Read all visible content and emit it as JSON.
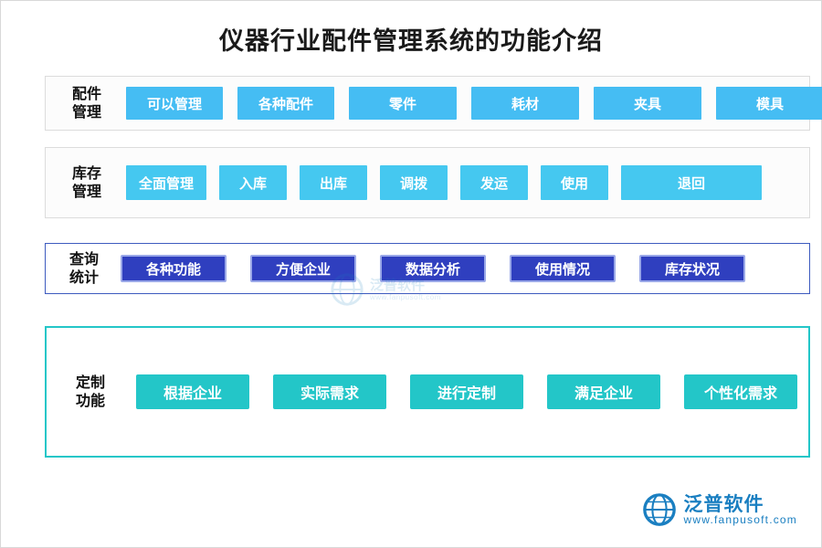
{
  "title": "仪器行业配件管理系统的功能介绍",
  "sections": [
    {
      "key": "parts",
      "label": "配件\n管理",
      "label_lines": [
        "配件",
        "管理"
      ],
      "accent": "#45bdf3",
      "items": [
        "可以管理",
        "各种配件",
        "零件",
        "耗材",
        "夹具",
        "模具"
      ]
    },
    {
      "key": "stock",
      "label_lines": [
        "库存",
        "管理"
      ],
      "accent": "#45c8f0",
      "items": [
        "全面管理",
        "入库",
        "出库",
        "调拨",
        "发运",
        "使用",
        "退回"
      ]
    },
    {
      "key": "query",
      "label_lines": [
        "查询",
        "统计"
      ],
      "accent": "#2f3fbf",
      "items": [
        "各种功能",
        "方便企业",
        "数据分析",
        "使用情况",
        "库存状况"
      ]
    },
    {
      "key": "custom",
      "label_lines": [
        "定制",
        "功能"
      ],
      "accent": "#23c6c8",
      "items": [
        "根据企业",
        "实际需求",
        "进行定制",
        "满足企业",
        "个性化需求"
      ]
    }
  ],
  "watermark": {
    "text": "泛普软件",
    "sub": "www.fanpusoft.com"
  },
  "logo": {
    "name": "泛普软件",
    "url": "www.fanpusoft.com"
  }
}
